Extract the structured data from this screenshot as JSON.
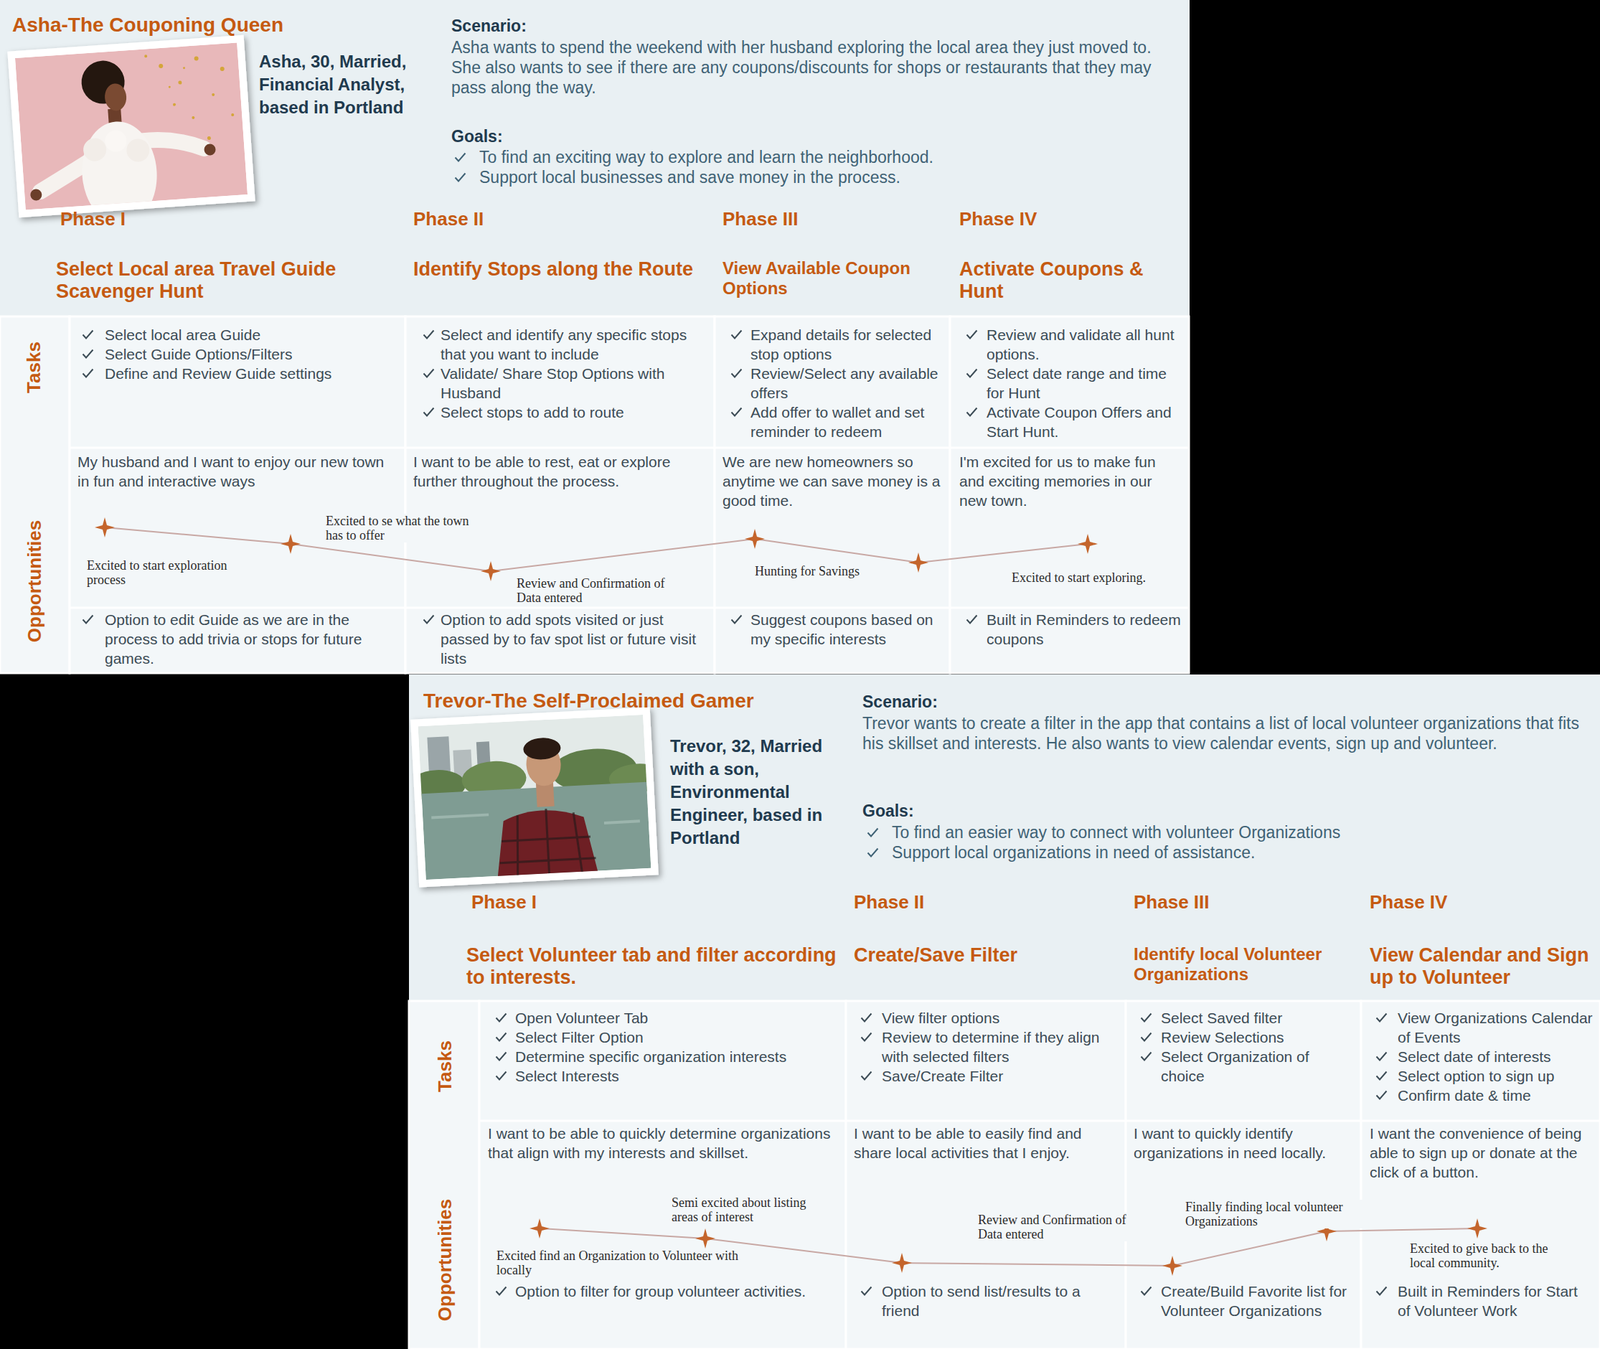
{
  "diagram": {
    "nodes": [
      {
        "text": [
          "Asha-The Couponing Queen",
          "Asha, 30, Married, Financial Analyst, based in Portland",
          "Scenario:",
          "Asha wants to spend the weekend with her husband exploring the local area they just moved to. She also wants to see if there are any coupons/discounts for shops or restaurants that they may pass along the way.",
          "Goals:",
          "To find an exciting way to explore and learn the neighborhood.",
          "Support local businesses and save money in the process."
        ]
      },
      {
        "text": [
          "Phase I",
          "Select Local area Travel Guide Scavenger Hunt",
          "Select local area Guide",
          "Select Guide Options/Filters",
          "Define and Review Guide settings",
          "My husband and I want to enjoy our new town in fun and interactive ways",
          "Option to edit Guide as we are in the process to add trivia or stops for future games."
        ],
        "in": 0
      },
      {
        "text": [
          "Phase II",
          "Identify Stops along the Route",
          "Select and identify any specific stops that you want to include",
          "Validate/ Share Stop Options with Husband",
          "Select stops to add to route",
          "I want to be able to rest, eat or explore further throughout the process.",
          "Option to add spots visited or just passed by to fav spot list or future visit lists"
        ],
        "in": 0
      },
      {
        "text": [
          "Phase III",
          "View Available Coupon Options",
          "Expand details for selected stop options",
          "Review/Select any available offers",
          "Add offer to wallet and set reminder to redeem",
          "We are new homeowners so anytime we can save money is a good time.",
          "Suggest coupons based on my specific interests"
        ],
        "in": 0
      },
      {
        "text": [
          "Phase IV",
          "Activate Coupons & Hunt",
          "Review and validate all hunt options.",
          "Select date range and time for Hunt",
          "Activate Coupon Offers and Start Hunt.",
          "I'm excited for us to make fun and exciting memories in our new town.",
          "Built in Reminders to redeem coupons"
        ],
        "in": 0
      },
      {
        "text": [
          "Trevor-The Self-Proclaimed Gamer",
          "Trevor, 32, Married with a son, Environmental Engineer, based in Portland",
          "Scenario:",
          "Trevor wants to create a filter in the app that contains a list of local volunteer organizations that fits his skillset and interests. He also wants to view calendar events, sign up and volunteer.",
          "Goals:",
          "To find an easier way to connect with volunteer Organizations",
          "Support local organizations in need of assistance."
        ]
      },
      {
        "text": [
          "Phase I",
          "Select Volunteer tab and filter according to interests.",
          "Open Volunteer Tab",
          "Select Filter Option",
          "Determine specific organization interests",
          "Select Interests",
          "I want to be able to quickly determine organizations that align with my interests and skillset.",
          "Option to filter for group volunteer activities."
        ],
        "in": 5
      },
      {
        "text": [
          "Phase II",
          "Create/Save Filter",
          "View filter options",
          "Review to determine if they align with selected filters",
          "Save/Create Filter",
          "I want to be able to easily find and share local activities that I enjoy.",
          "Option to send list/results to a friend"
        ],
        "in": 5
      },
      {
        "text": [
          "Phase III",
          "Identify local Volunteer Organizations",
          "Select Saved filter",
          "Review Selections",
          "Select Organization of choice",
          "I want to quickly identify organizations in need locally.",
          "Create/Build Favorite list for Volunteer Organizations"
        ],
        "in": 5
      },
      {
        "text": [
          "Phase IV",
          "View Calendar and Sign up to Volunteer",
          "View Organizations Calendar of Events",
          "Select date of interests",
          "Select option to sign up",
          "Confirm date & time",
          "I want the convenience of being able to sign up or donate at the click of a button.",
          "Built in Reminders for Start of Volunteer Work"
        ],
        "in": 5
      }
    ],
    "labels": [
      "Tasks",
      "Opportunities",
      "Excited to start exploration process",
      "Excited to se what the town has to offer",
      "Review and Confirmation of Data entered",
      "Hunting for Savings",
      "Excited to start exploring.",
      "Tasks",
      "Opportunities",
      "Excited find an Organization to Volunteer with locally",
      "Semi excited about listing areas of interest",
      "Review and Confirmation of Data entered",
      "Finally finding local volunteer Organizations",
      "Excited to give back to the local community."
    ]
  }
}
